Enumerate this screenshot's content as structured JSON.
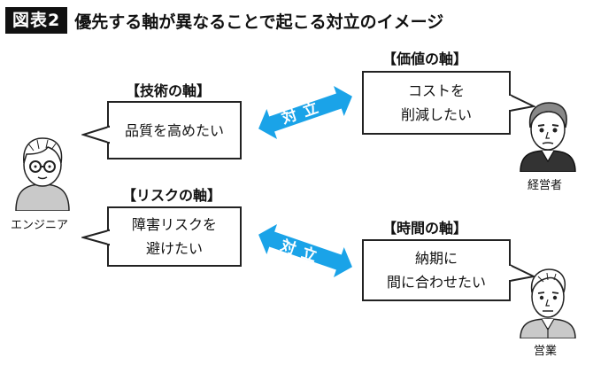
{
  "header": {
    "tag": "図表2",
    "title": "優先する軸が異なることで起こる対立のイメージ"
  },
  "axes": {
    "tech": {
      "label": "【技術の軸】",
      "speech": [
        "品質を高めたい"
      ]
    },
    "price": {
      "label": "【価値の軸】",
      "speech": [
        "コストを",
        "削減したい"
      ]
    },
    "risk": {
      "label": "【リスクの軸】",
      "speech": [
        "障害リスクを",
        "避けたい"
      ]
    },
    "time": {
      "label": "【時間の軸】",
      "speech": [
        "納期に",
        "間に合わせたい"
      ]
    }
  },
  "people": {
    "engineer": "エンジニア",
    "executive": "経営者",
    "sales": "営業"
  },
  "conflict": {
    "top": "対立",
    "bottom": "対立"
  },
  "colors": {
    "arrow": "#1aa3e8",
    "line": "#222222",
    "tag_bg": "#111111"
  }
}
